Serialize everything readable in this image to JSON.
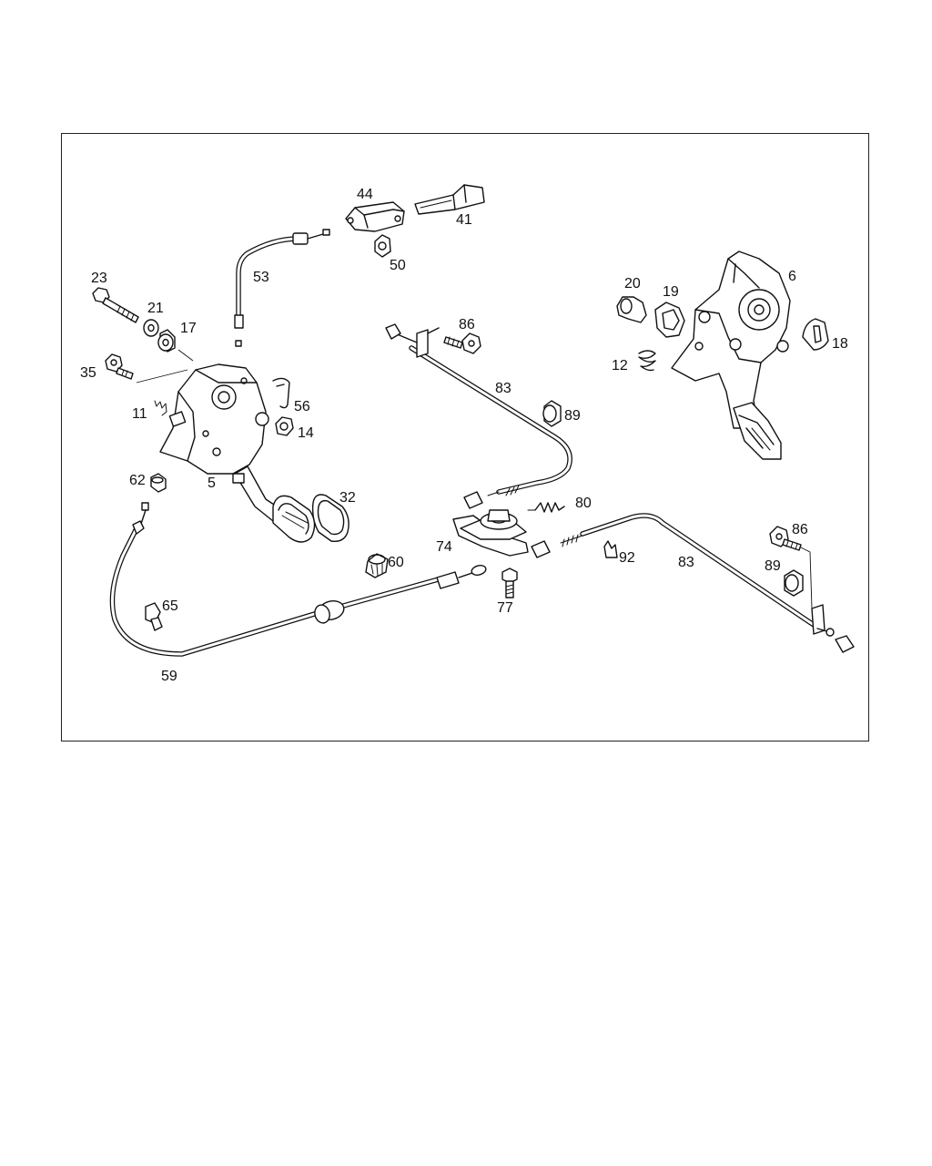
{
  "diagram": {
    "parts": {
      "p5": "5",
      "p6": "6",
      "p11": "11",
      "p12": "12",
      "p14": "14",
      "p17": "17",
      "p18": "18",
      "p19": "19",
      "p20": "20",
      "p21": "21",
      "p23": "23",
      "p32": "32",
      "p35": "35",
      "p41": "41",
      "p44": "44",
      "p50": "50",
      "p53": "53",
      "p56": "56",
      "p59": "59",
      "p60": "60",
      "p62": "62",
      "p65": "65",
      "p74": "74",
      "p77": "77",
      "p80": "80",
      "p83a": "83",
      "p83b": "83",
      "p86a": "86",
      "p86b": "86",
      "p89a": "89",
      "p89b": "89",
      "p92": "92"
    }
  },
  "colors": {
    "line": "#111111",
    "frame": "#222222",
    "background": "#ffffff"
  }
}
